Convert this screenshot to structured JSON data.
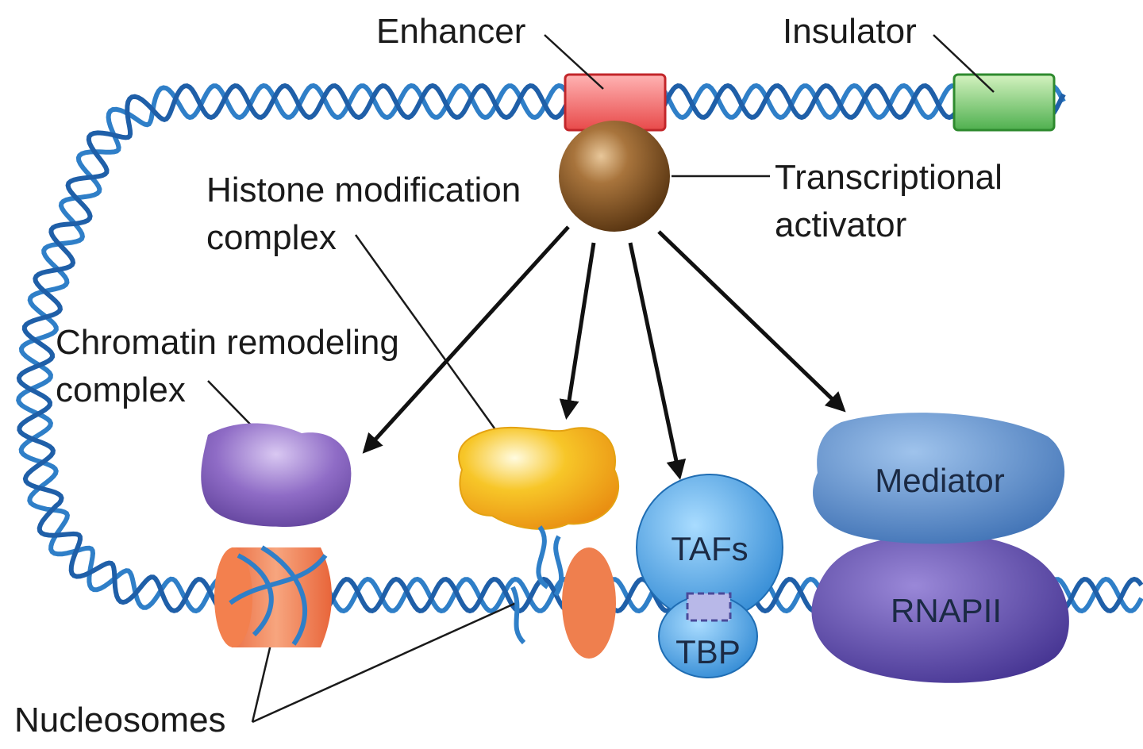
{
  "labels": {
    "enhancer": "Enhancer",
    "insulator": "Insulator",
    "activator_line1": "Transcriptional",
    "activator_line2": "activator",
    "histone_line1": "Histone modification",
    "histone_line2": "complex",
    "chromatin_line1": "Chromatin remodeling",
    "chromatin_line2": "complex",
    "nucleosomes": "Nucleosomes",
    "mediator": "Mediator",
    "tafs": "TAFs",
    "tbp": "TBP",
    "rnapii": "RNAPII"
  },
  "colors": {
    "dna": "#2f7fc8",
    "enhancer": "#e65a5a",
    "insulator": "#5cbf5c",
    "activator": "#8a5a2b",
    "chromatin_remodeling": "#7b5ab0",
    "histone_modification": "#f2b41c",
    "nucleosome": "#f07f4a",
    "tafs_tbp": "#3f9ee0",
    "mediator": "#4d86c6",
    "rnapii": "#5c4aa8"
  }
}
